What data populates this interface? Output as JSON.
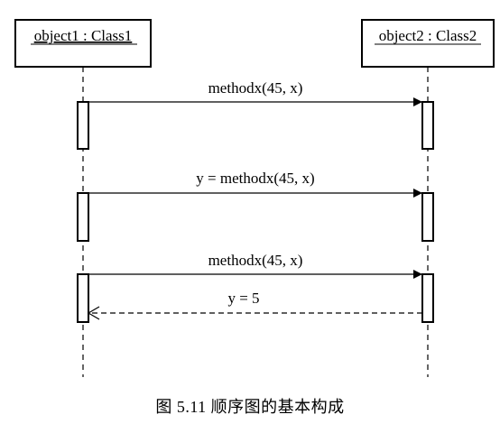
{
  "objects": [
    {
      "label": "object1 : Class1"
    },
    {
      "label": "object2 : Class2"
    }
  ],
  "messages": [
    {
      "label": "methodx(45, x)"
    },
    {
      "label": "y = methodx(45, x)"
    },
    {
      "label": "methodx(45, x)"
    },
    {
      "label": "y = 5"
    }
  ],
  "caption": "图 5.11    顺序图的基本构成"
}
